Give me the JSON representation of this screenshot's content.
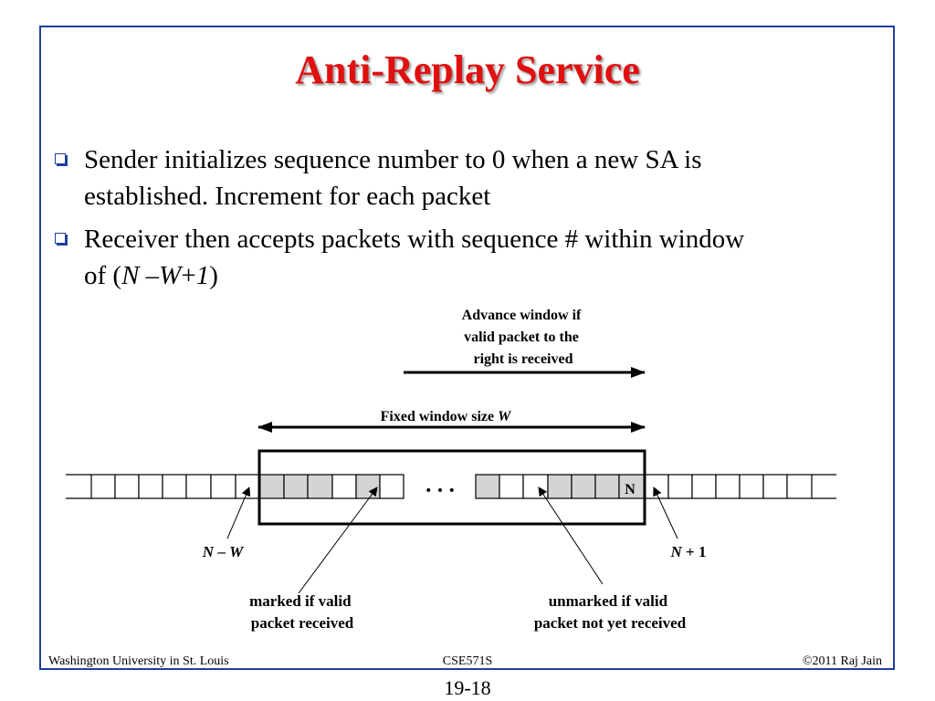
{
  "slide": {
    "title": "Anti-Replay Service",
    "bullets": [
      {
        "line1": "Sender initializes sequence number to 0 when a new SA is",
        "line2": "established. Increment for each packet"
      },
      {
        "line1": "Receiver then accepts packets with sequence # within window",
        "line2_prefix": "of (",
        "n": "N",
        "w_sep": " –",
        "w": "W",
        "plus": "+",
        "one": "1",
        "line2_suffix": ")"
      }
    ]
  },
  "diagram": {
    "advance_label": [
      "Advance window if",
      "valid packet to the",
      "right is received"
    ],
    "window_label_prefix": "Fixed window size ",
    "window_label_var": "W",
    "ellipsis": "• • •",
    "cell_label_n": "N",
    "label_n_minus_w": {
      "var1": "N",
      "op": " – ",
      "var2": "W"
    },
    "label_n_plus_1": {
      "var": "N",
      "rest": " + 1"
    },
    "marked_label": [
      "marked if valid",
      "packet received"
    ],
    "unmarked_label": [
      "unmarked if valid",
      "packet not yet received"
    ],
    "colors": {
      "marked_cell": "#d4d4d4",
      "unmarked_cell": "#ffffff",
      "line": "#000000"
    }
  },
  "footer": {
    "left": "Washington University in St. Louis",
    "center": "CSE571S",
    "right": "©2011 Raj Jain",
    "page": "19-18"
  }
}
